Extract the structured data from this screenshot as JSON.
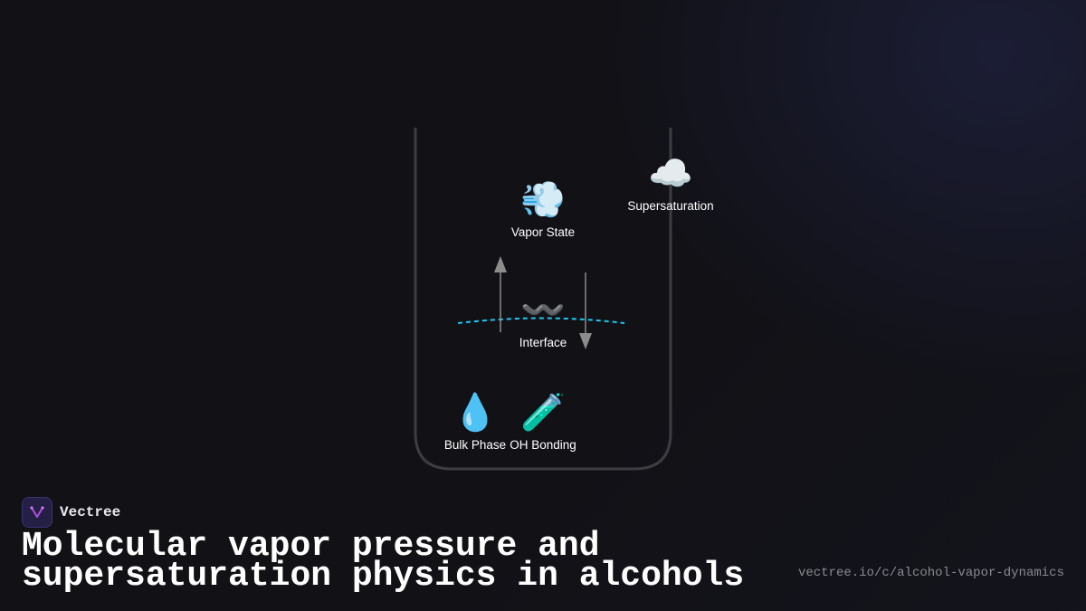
{
  "diagram": {
    "nodes": {
      "supersaturation": {
        "icon": "☁️",
        "icon_name": "cloud-icon",
        "label": "Supersaturation"
      },
      "vapor": {
        "icon": "💨",
        "icon_name": "dash-icon",
        "label": "Vapor State"
      },
      "interface": {
        "icon": "〰️",
        "icon_name": "wavy-dash-icon",
        "label": "Interface"
      },
      "bulk": {
        "icon": "💧",
        "icon_name": "droplet-icon",
        "label": "Bulk Phase"
      },
      "oh": {
        "icon": "🧪",
        "icon_name": "test-tube-icon",
        "label": "OH Bonding"
      }
    },
    "colors": {
      "container": "#3d3d42",
      "arrow": "#8c8c8c",
      "interface_line": "#1ec8f0"
    }
  },
  "brand": {
    "name": "Vectree",
    "logo_icon": "vectree-logo-icon"
  },
  "title": "Molecular vapor pressure and supersaturation physics in alcohols",
  "url": "vectree.io/c/alcohol-vapor-dynamics"
}
